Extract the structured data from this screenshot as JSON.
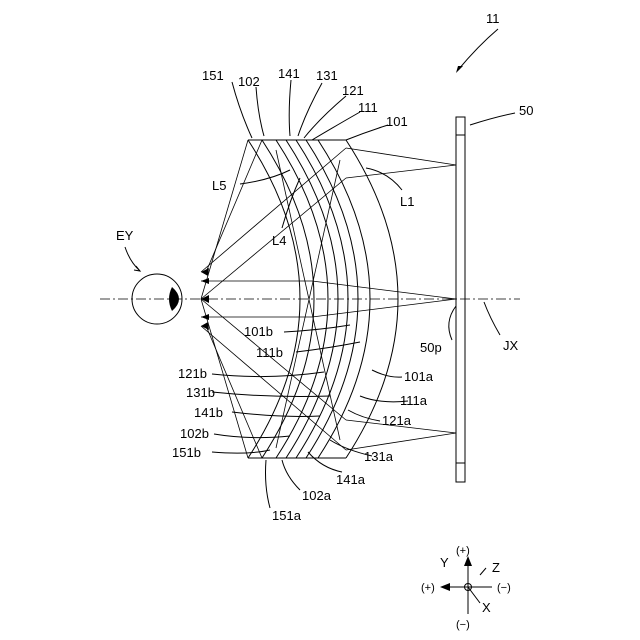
{
  "figure": {
    "ref_main": "11",
    "display_label": "50",
    "eye_label": "EY",
    "axis_label": "JX",
    "pixel_label": "50p",
    "ray_labels": {
      "l1": "L1",
      "l4": "L4",
      "l5": "L5"
    },
    "top_labels": {
      "s151": "151",
      "s102": "102",
      "s141": "141",
      "s131": "131",
      "s121": "121",
      "s111": "111",
      "s101": "101"
    },
    "inner_labels": {
      "s101b": "101b",
      "s111b": "111b"
    },
    "left_labels": {
      "s121b": "121b",
      "s131b": "131b",
      "s141b": "141b",
      "s102b": "102b",
      "s151b": "151b"
    },
    "right_labels": {
      "s101a": "101a",
      "s111a": "111a",
      "s121a": "121a",
      "s131a": "131a",
      "s141a": "141a"
    },
    "bottom_labels": {
      "s102a": "102a",
      "s151a": "151a"
    },
    "coords": {
      "y": "Y",
      "z": "Z",
      "x": "X",
      "plus_top": "(+)",
      "plus_left": "(+)",
      "minus_right": "(−)",
      "minus_bottom": "(−)"
    }
  }
}
